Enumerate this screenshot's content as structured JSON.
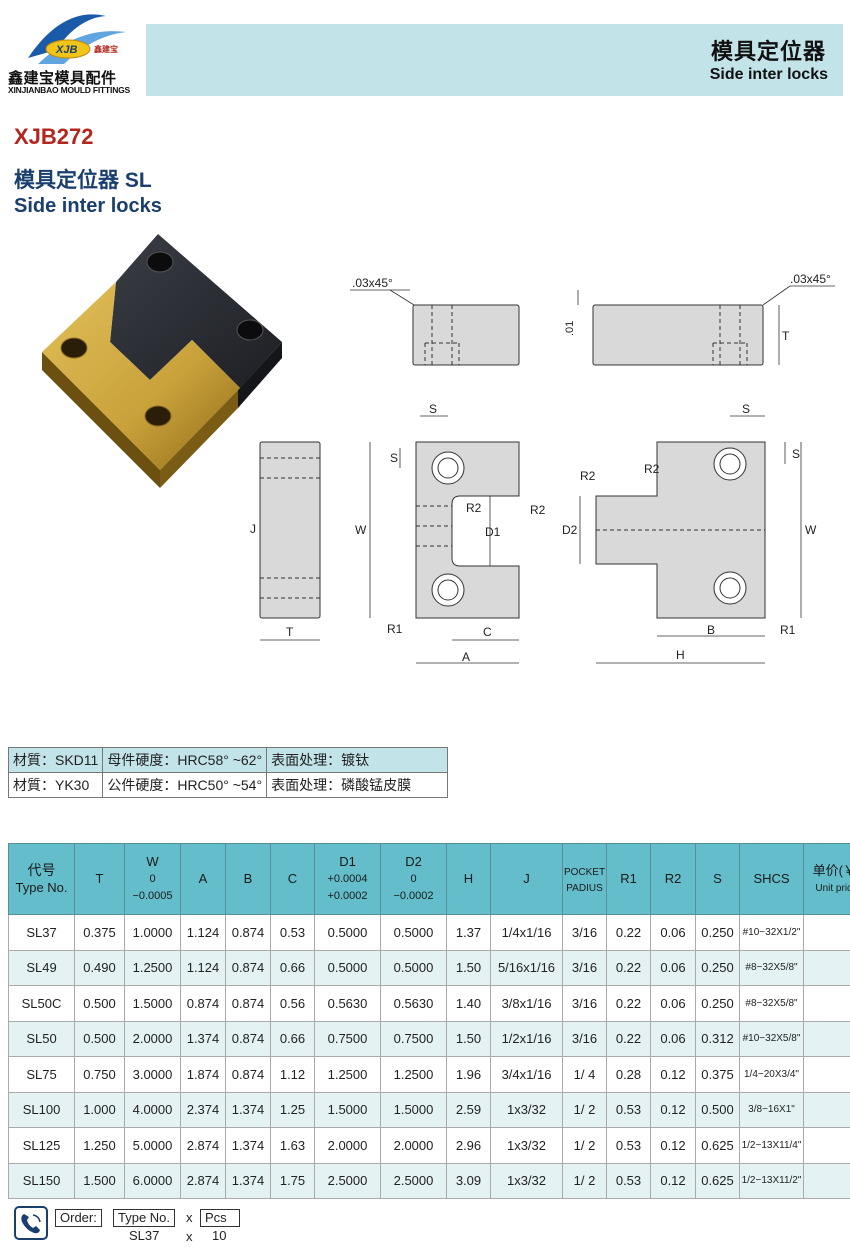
{
  "header": {
    "logo_badge": "XJB",
    "logo_badge_cn": "鑫建宝",
    "logo_name_cn": "鑫建宝模具配件",
    "logo_name_en": "XINJIANBAO MOULD FITTINGS",
    "title_cn": "模具定位器",
    "title_en": "Side inter locks",
    "band_color": "#c2e3e8"
  },
  "product": {
    "code": "XJB272",
    "title_cn": "模具定位器 SL",
    "title_en": "Side inter locks"
  },
  "drawing_labels": {
    "chamfer": ".03x45°",
    "tolerance": ".01",
    "T": "T",
    "S": "S",
    "W": "W",
    "J": "J",
    "D1": "D1",
    "D2": "D2",
    "R1": "R1",
    "R2": "R2",
    "A": "A",
    "B": "B",
    "C": "C",
    "H": "H"
  },
  "materials": [
    {
      "material": "材質：SKD11",
      "hardness": "母件硬度：HRC58° ~62°",
      "surface": "表面处理：镀钛"
    },
    {
      "material": "材質：YK30",
      "hardness": "公件硬度：HRC50° ~54°",
      "surface": "表面处理：磷酸锰皮膜"
    }
  ],
  "spec_table": {
    "headers": {
      "code_cn": "代号",
      "code_en": "Type No.",
      "T": "T",
      "W": "W",
      "W_tol1": "0",
      "W_tol2": "−0.0005",
      "A": "A",
      "B": "B",
      "C": "C",
      "D1": "D1",
      "D1_tol1": "+0.0004",
      "D1_tol2": "+0.0002",
      "D2": "D2",
      "D2_tol1": "0",
      "D2_tol2": "−0.0002",
      "H": "H",
      "J": "J",
      "pocket1": "POCKET",
      "pocket2": "PADIUS",
      "R1": "R1",
      "R2": "R2",
      "S": "S",
      "SHCS": "SHCS",
      "price_cn": "单价(￥)",
      "price_en": "Unit price"
    },
    "rows": [
      {
        "type": "SL37",
        "T": "0.375",
        "W": "1.0000",
        "A": "1.124",
        "B": "0.874",
        "C": "0.53",
        "D1": "0.5000",
        "D2": "0.5000",
        "H": "1.37",
        "J": "1/4x1/16",
        "pocket": "3/16",
        "R1": "0.22",
        "R2": "0.06",
        "S": "0.250",
        "SHCS": "#10−32X1/2\"",
        "price": ""
      },
      {
        "type": "SL49",
        "T": "0.490",
        "W": "1.2500",
        "A": "1.124",
        "B": "0.874",
        "C": "0.66",
        "D1": "0.5000",
        "D2": "0.5000",
        "H": "1.50",
        "J": "5/16x1/16",
        "pocket": "3/16",
        "R1": "0.22",
        "R2": "0.06",
        "S": "0.250",
        "SHCS": "#8−32X5/8\"",
        "price": ""
      },
      {
        "type": "SL50C",
        "T": "0.500",
        "W": "1.5000",
        "A": "0.874",
        "B": "0.874",
        "C": "0.56",
        "D1": "0.5630",
        "D2": "0.5630",
        "H": "1.40",
        "J": "3/8x1/16",
        "pocket": "3/16",
        "R1": "0.22",
        "R2": "0.06",
        "S": "0.250",
        "SHCS": "#8−32X5/8\"",
        "price": ""
      },
      {
        "type": "SL50",
        "T": "0.500",
        "W": "2.0000",
        "A": "1.374",
        "B": "0.874",
        "C": "0.66",
        "D1": "0.7500",
        "D2": "0.7500",
        "H": "1.50",
        "J": "1/2x1/16",
        "pocket": "3/16",
        "R1": "0.22",
        "R2": "0.06",
        "S": "0.312",
        "SHCS": "#10−32X5/8\"",
        "price": ""
      },
      {
        "type": "SL75",
        "T": "0.750",
        "W": "3.0000",
        "A": "1.874",
        "B": "0.874",
        "C": "1.12",
        "D1": "1.2500",
        "D2": "1.2500",
        "H": "1.96",
        "J": "3/4x1/16",
        "pocket": "1/ 4",
        "R1": "0.28",
        "R2": "0.12",
        "S": "0.375",
        "SHCS": "1/4−20X3/4\"",
        "price": ""
      },
      {
        "type": "SL100",
        "T": "1.000",
        "W": "4.0000",
        "A": "2.374",
        "B": "1.374",
        "C": "1.25",
        "D1": "1.5000",
        "D2": "1.5000",
        "H": "2.59",
        "J": "1x3/32",
        "pocket": "1/ 2",
        "R1": "0.53",
        "R2": "0.12",
        "S": "0.500",
        "SHCS": "3/8−16X1\"",
        "price": ""
      },
      {
        "type": "SL125",
        "T": "1.250",
        "W": "5.0000",
        "A": "2.874",
        "B": "1.374",
        "C": "1.63",
        "D1": "2.0000",
        "D2": "2.0000",
        "H": "2.96",
        "J": "1x3/32",
        "pocket": "1/ 2",
        "R1": "0.53",
        "R2": "0.12",
        "S": "0.625",
        "SHCS": "1/2−13X11/4\"",
        "price": ""
      },
      {
        "type": "SL150",
        "T": "1.500",
        "W": "6.0000",
        "A": "2.874",
        "B": "1.374",
        "C": "1.75",
        "D1": "2.5000",
        "D2": "2.5000",
        "H": "3.09",
        "J": "1x3/32",
        "pocket": "1/ 2",
        "R1": "0.53",
        "R2": "0.12",
        "S": "0.625",
        "SHCS": "1/2−13X11/2\"",
        "price": ""
      }
    ]
  },
  "order": {
    "label": "Order:",
    "type_label": "Type No.",
    "times": "x",
    "pcs_label": "Pcs",
    "example_model": "SL37",
    "example_qty": "10"
  },
  "colors": {
    "title_blue": "#1a3f6e",
    "code_red": "#b3261e",
    "table_header": "#64bdcb",
    "gold": "#c9a13a",
    "dark_steel": "#2b2d33"
  }
}
